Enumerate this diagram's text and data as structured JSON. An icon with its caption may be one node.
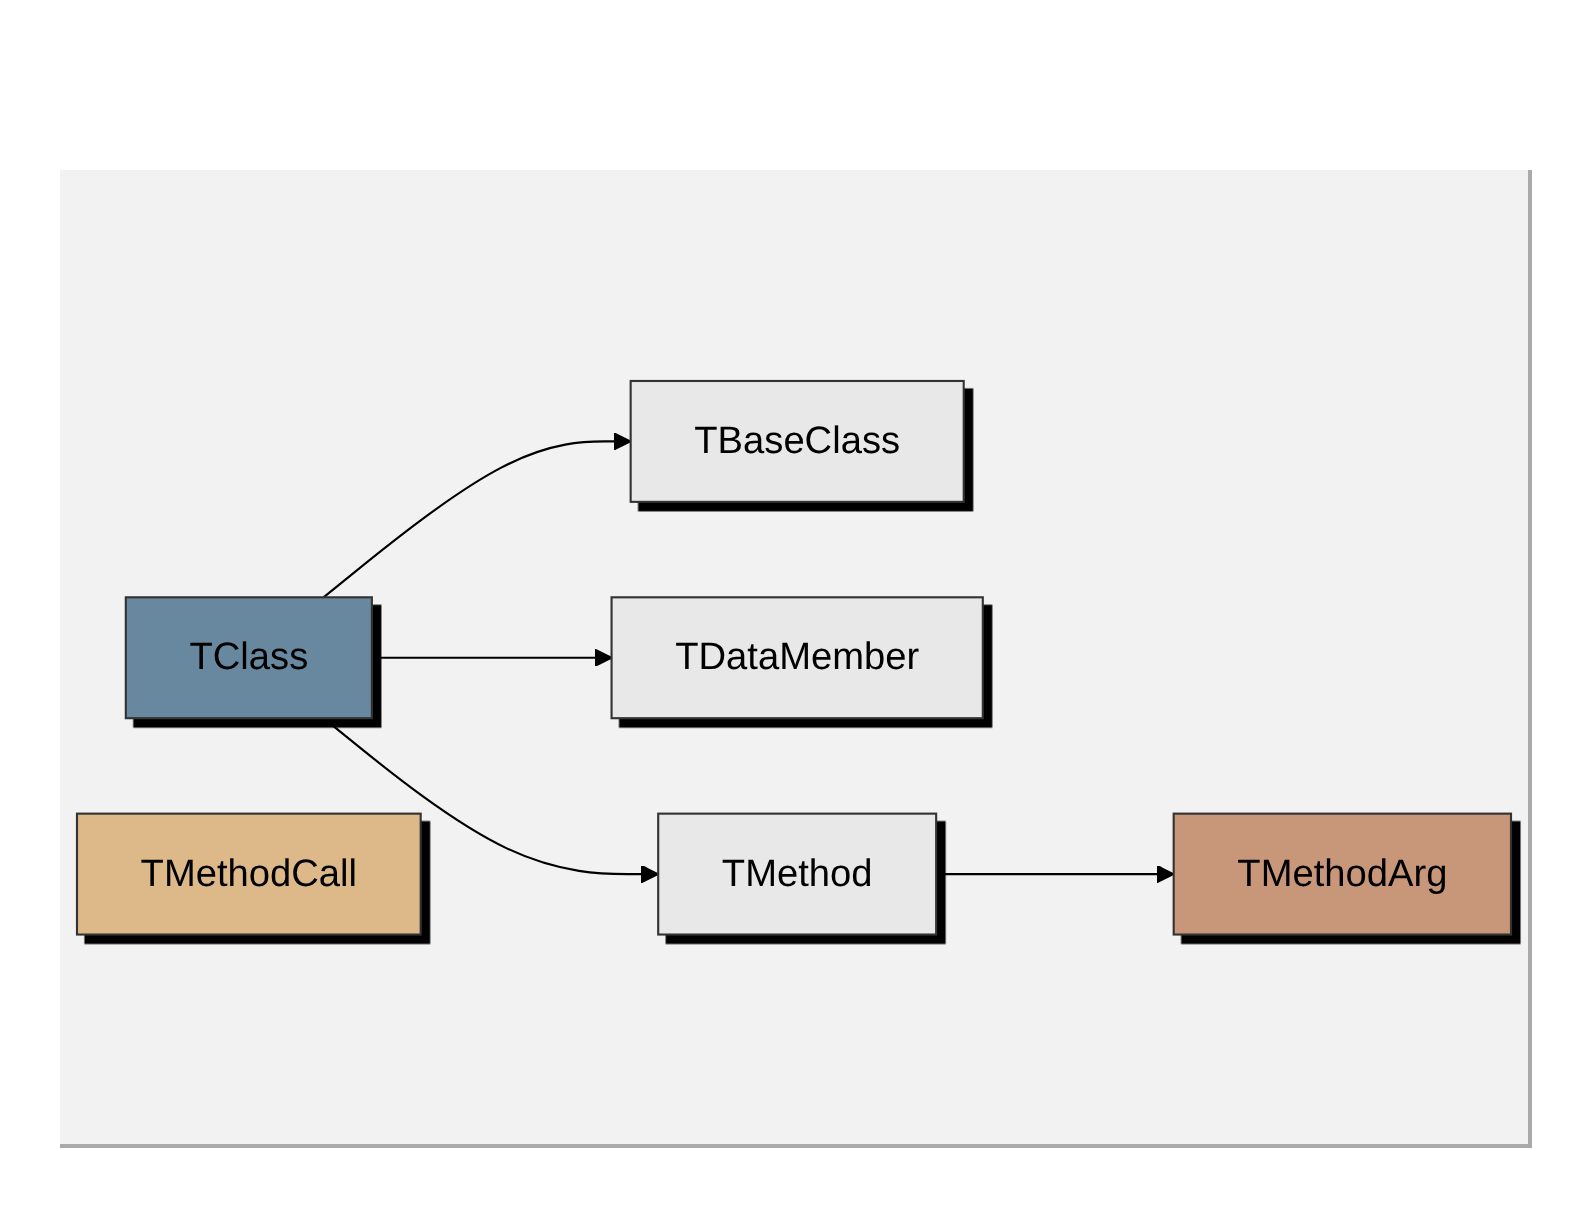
{
  "diagram": {
    "nodes": [
      {
        "text": [
          "TClass"
        ]
      },
      {
        "text": [
          "TBaseClass"
        ]
      },
      {
        "text": [
          "TDataMember"
        ]
      },
      {
        "text": [
          "TMethod"
        ]
      },
      {
        "text": [
          "TMethodArg"
        ]
      },
      {
        "text": [
          "TMethodCall"
        ]
      }
    ],
    "edges": [
      {
        "from": 0,
        "to": 1,
        "arrow": "to"
      },
      {
        "from": 0,
        "to": 2,
        "arrow": "to"
      },
      {
        "from": 0,
        "to": 3,
        "arrow": "to"
      },
      {
        "from": 3,
        "to": 4,
        "arrow": "to"
      }
    ]
  }
}
